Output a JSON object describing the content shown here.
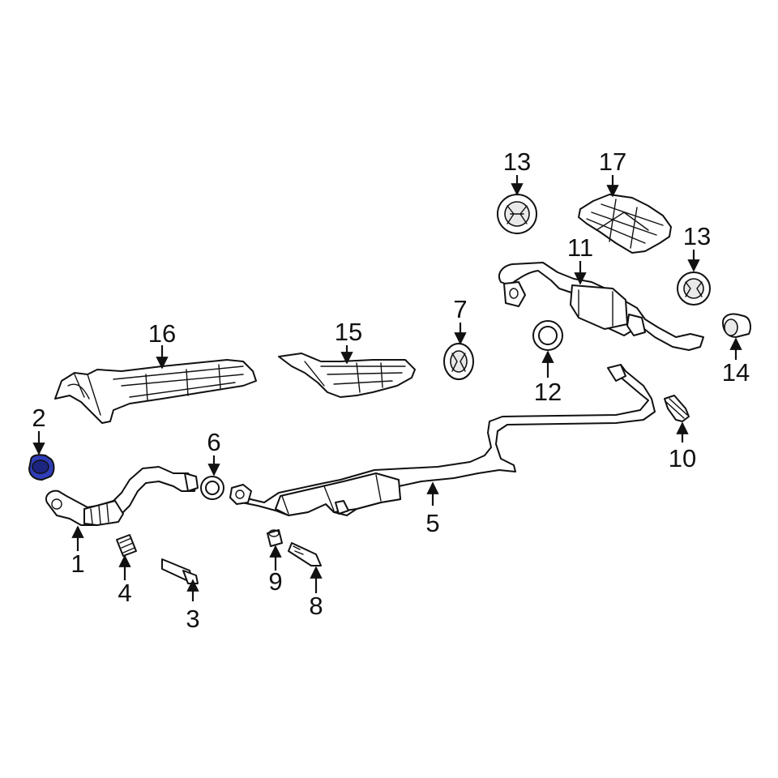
{
  "highlight_color": "#2f3db8",
  "callouts": {
    "c1": "1",
    "c2": "2",
    "c3": "3",
    "c4": "4",
    "c5": "5",
    "c6": "6",
    "c7": "7",
    "c8": "8",
    "c9": "9",
    "c10": "10",
    "c11": "11",
    "c12": "12",
    "c13a": "13",
    "c13b": "13",
    "c14": "14",
    "c15": "15",
    "c16": "16",
    "c17": "17"
  }
}
